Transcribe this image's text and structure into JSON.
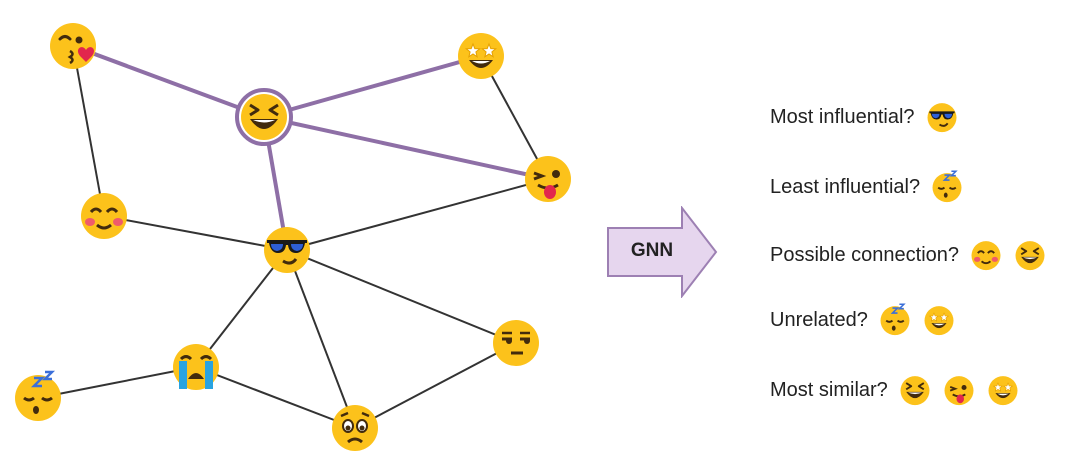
{
  "diagram": {
    "nodes": [
      {
        "id": "kiss",
        "icon": "face-blowing-kiss-icon"
      },
      {
        "id": "starstruck",
        "icon": "star-struck-face-icon"
      },
      {
        "id": "laughing",
        "icon": "grinning-squinting-face-icon"
      },
      {
        "id": "wink_tongue",
        "icon": "winking-face-with-tongue-icon"
      },
      {
        "id": "smiling",
        "icon": "smiling-face-with-smiling-eyes-icon"
      },
      {
        "id": "cool",
        "icon": "face-with-sunglasses-icon"
      },
      {
        "id": "crying",
        "icon": "loudly-crying-face-icon"
      },
      {
        "id": "unamused",
        "icon": "unamused-face-icon"
      },
      {
        "id": "sleeping",
        "icon": "sleeping-face-icon"
      },
      {
        "id": "worried",
        "icon": "worried-face-icon"
      }
    ],
    "edges": [
      {
        "from": "kiss",
        "to": "laughing",
        "highlighted": true
      },
      {
        "from": "starstruck",
        "to": "laughing",
        "highlighted": true
      },
      {
        "from": "laughing",
        "to": "wink_tongue",
        "highlighted": true
      },
      {
        "from": "laughing",
        "to": "cool",
        "highlighted": true
      },
      {
        "from": "kiss",
        "to": "smiling",
        "highlighted": false
      },
      {
        "from": "starstruck",
        "to": "wink_tongue",
        "highlighted": false
      },
      {
        "from": "smiling",
        "to": "cool",
        "highlighted": false
      },
      {
        "from": "cool",
        "to": "wink_tongue",
        "highlighted": false
      },
      {
        "from": "cool",
        "to": "crying",
        "highlighted": false
      },
      {
        "from": "cool",
        "to": "worried",
        "highlighted": false
      },
      {
        "from": "cool",
        "to": "unamused",
        "highlighted": false
      },
      {
        "from": "crying",
        "to": "sleeping",
        "highlighted": false
      },
      {
        "from": "crying",
        "to": "worried",
        "highlighted": false
      },
      {
        "from": "unamused",
        "to": "worried",
        "highlighted": false
      }
    ],
    "highlighted_node": "laughing",
    "colors": {
      "highlight": "#8e6fa6",
      "edge": "#333333",
      "face": "#fcc21b",
      "arrow_fill": "#e6d6ee",
      "arrow_stroke": "#9d80b3"
    }
  },
  "arrow": {
    "label": "GNN"
  },
  "questions": [
    {
      "text": "Most influential?",
      "answers": [
        "cool"
      ]
    },
    {
      "text": "Least influential?",
      "answers": [
        "sleeping"
      ]
    },
    {
      "text": "Possible connection?",
      "answers": [
        "smiling",
        "laughing"
      ]
    },
    {
      "text": "Unrelated?",
      "answers": [
        "sleeping",
        "starstruck"
      ]
    },
    {
      "text": "Most similar?",
      "answers": [
        "laughing",
        "wink_tongue",
        "starstruck"
      ]
    }
  ]
}
